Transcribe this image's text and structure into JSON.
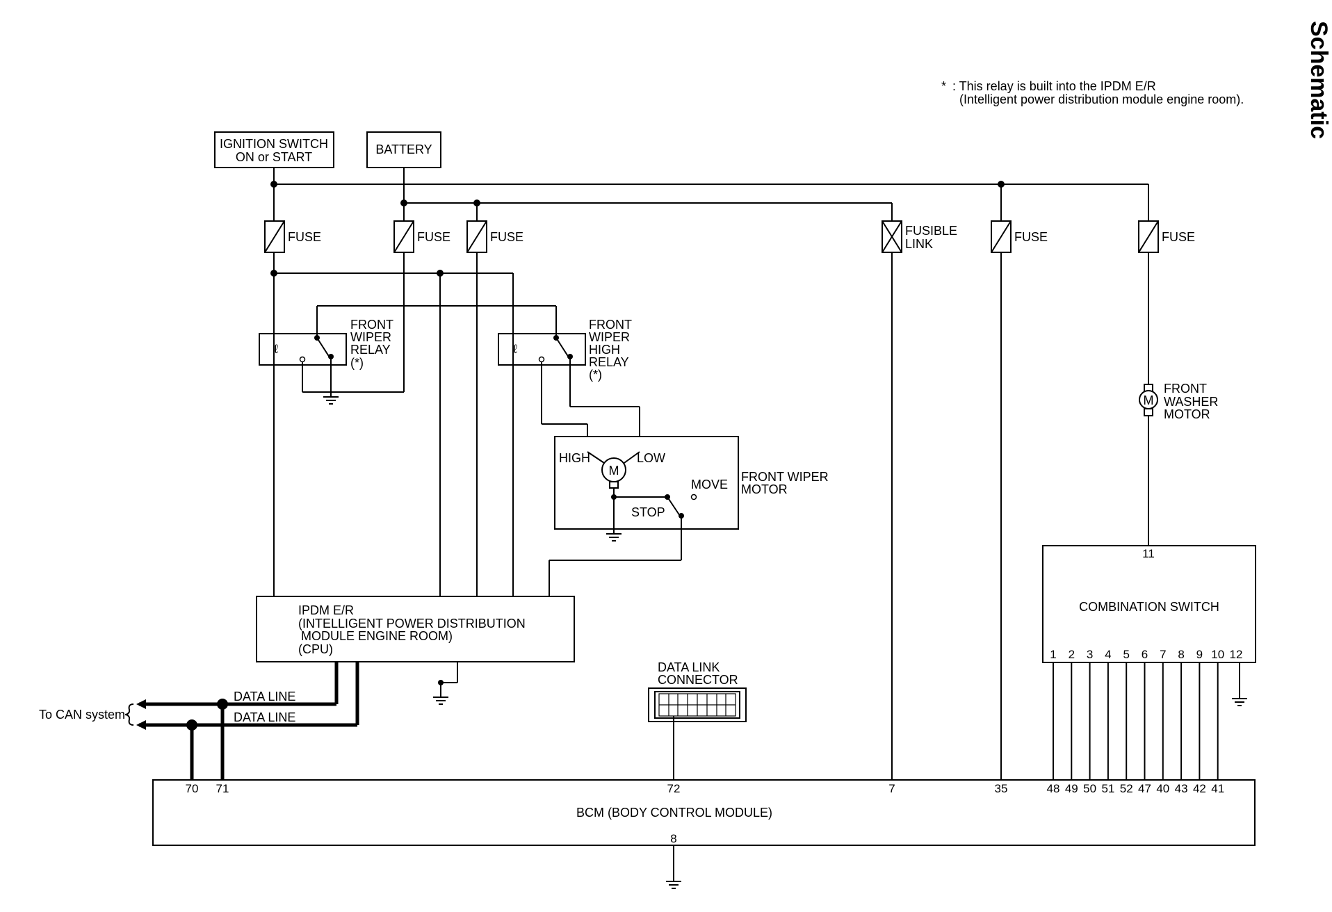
{
  "page_title": "Schematic",
  "note": {
    "star": "*",
    "line1": ": This relay is built into the IPDM E/R",
    "line2": "(Intelligent power distribution module engine room)."
  },
  "power": {
    "ign_line1": "IGNITION SWITCH",
    "ign_line2": "ON or START",
    "battery": "BATTERY"
  },
  "fuses": {
    "fuse": "FUSE",
    "fusible_line1": "FUSIBLE",
    "fusible_line2": "LINK"
  },
  "front_wiper_relay": [
    "FRONT",
    "WIPER",
    "RELAY",
    "(*)"
  ],
  "front_wiper_high_relay": [
    "FRONT",
    "WIPER",
    "HIGH",
    "RELAY",
    "(*)"
  ],
  "wiper_motor": {
    "high": "HIGH",
    "low": "LOW",
    "m": "M",
    "move": "MOVE",
    "stop": "STOP",
    "name_line1": "FRONT WIPER",
    "name_line2": "MOTOR"
  },
  "washer_motor": [
    "FRONT",
    "WASHER",
    "MOTOR"
  ],
  "ipdm": [
    "IPDM E/R",
    "(INTELLIGENT POWER DISTRIBUTION",
    "MODULE ENGINE ROOM)",
    "(CPU)"
  ],
  "can": {
    "label": "To CAN system",
    "data_line": "DATA LINE"
  },
  "dlc": {
    "line1": "DATA LINK",
    "line2": "CONNECTOR"
  },
  "combination_switch": {
    "name": "COMBINATION SWITCH",
    "top_pin": "11",
    "bottom_pins": [
      "1",
      "2",
      "3",
      "4",
      "5",
      "6",
      "7",
      "8",
      "9",
      "10",
      "12"
    ]
  },
  "bcm": {
    "name": "BCM (BODY CONTROL MODULE)",
    "pins": {
      "p70": "70",
      "p71": "71",
      "p72": "72",
      "p7": "7",
      "p35": "35",
      "bottom": "8"
    },
    "switch_pins": [
      "48",
      "49",
      "50",
      "51",
      "52",
      "47",
      "40",
      "43",
      "42",
      "41"
    ]
  }
}
